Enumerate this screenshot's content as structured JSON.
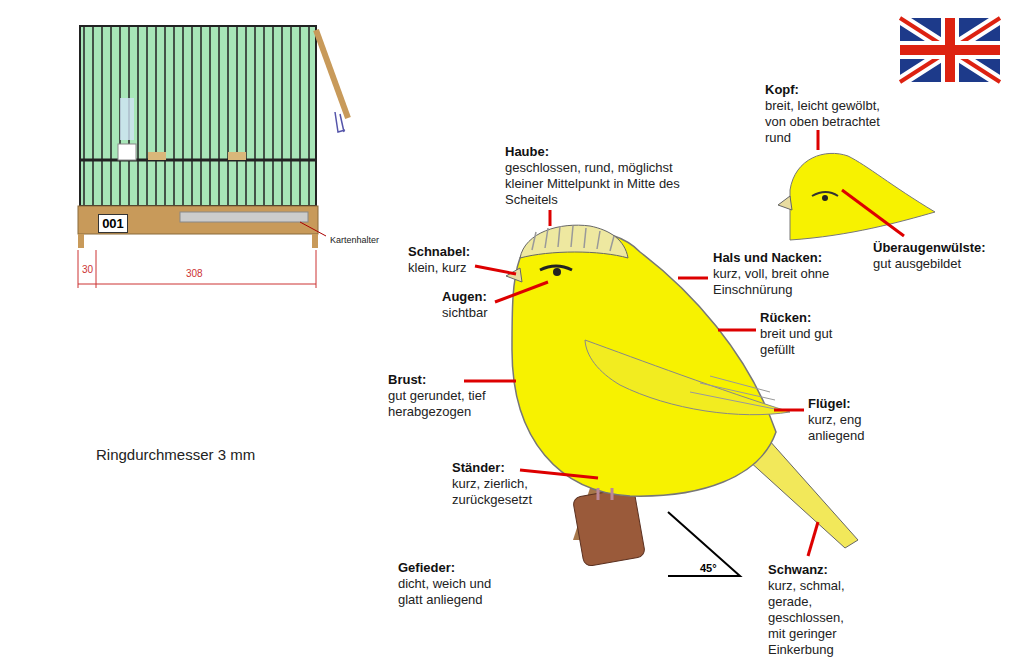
{
  "diagram": {
    "nodes": [
      {
        "text": [
          "001"
        ]
      }
    ],
    "labels": [
      "Kartenhalter",
      "30",
      "308",
      "Ringdurchmesser 3 mm",
      "Kopf:",
      "breit, leicht gewölbt, von oben betrachtet rund",
      "Haube:",
      "geschlossen, rund, möglichst kleiner Mittelpunkt in Mitte des Scheitels",
      "Schnabel:",
      "klein, kurz",
      "Augen:",
      "sichtbar",
      "Hals und Nacken:",
      "kurz, voll, breit ohne Einschnürung",
      "Überaugenwülste:",
      "gut ausgebildet",
      "Rücken:",
      "breit und gut gefüllt",
      "Brust:",
      "gut gerundet, tief herabgezogen",
      "Flügel:",
      "kurz, eng anliegend",
      "Ständer:",
      "kurz, zierlich, zurückgesetzt",
      "Gefieder:",
      "dicht, weich und glatt anliegend",
      "Schwanz:",
      "kurz, schmal, gerade, geschlossen, mit geringer Einkerbung",
      "45°"
    ]
  }
}
